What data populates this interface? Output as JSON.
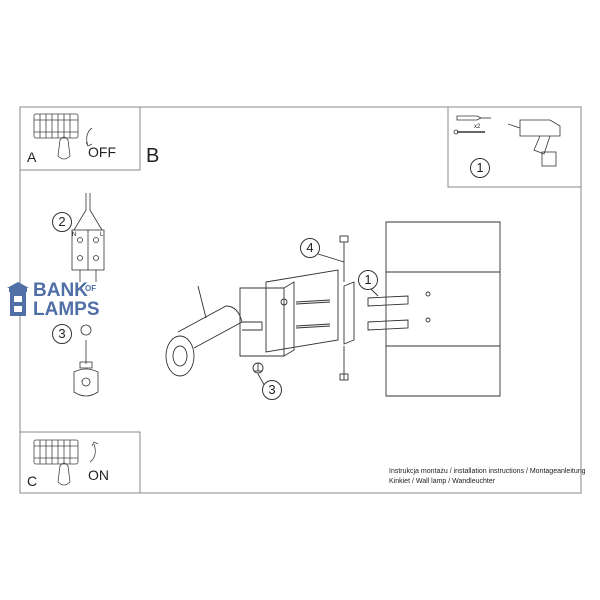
{
  "panels": {
    "a_letter": "A",
    "a_state": "OFF",
    "b_letter": "B",
    "c_letter": "C",
    "c_state": "ON"
  },
  "tools": {
    "count_label": "x2",
    "step": "1"
  },
  "wiring": {
    "step": "2",
    "terminal_n": "N",
    "terminal_l": "L",
    "ground_step": "3"
  },
  "main": {
    "step_bracket": "4",
    "step_dowel": "1",
    "step_ground": "3"
  },
  "logo": {
    "line1": "BANK",
    "of": "OF",
    "line2": "LAMPS"
  },
  "captions": {
    "line1": "Instrukcja montażu / installation instructions / Montageanleitung",
    "line2": "Kinkiet / Wall lamp / Wandleuchter"
  },
  "colors": {
    "line": "#333333",
    "frame": "#888888",
    "logo": "#4f6fa6"
  }
}
